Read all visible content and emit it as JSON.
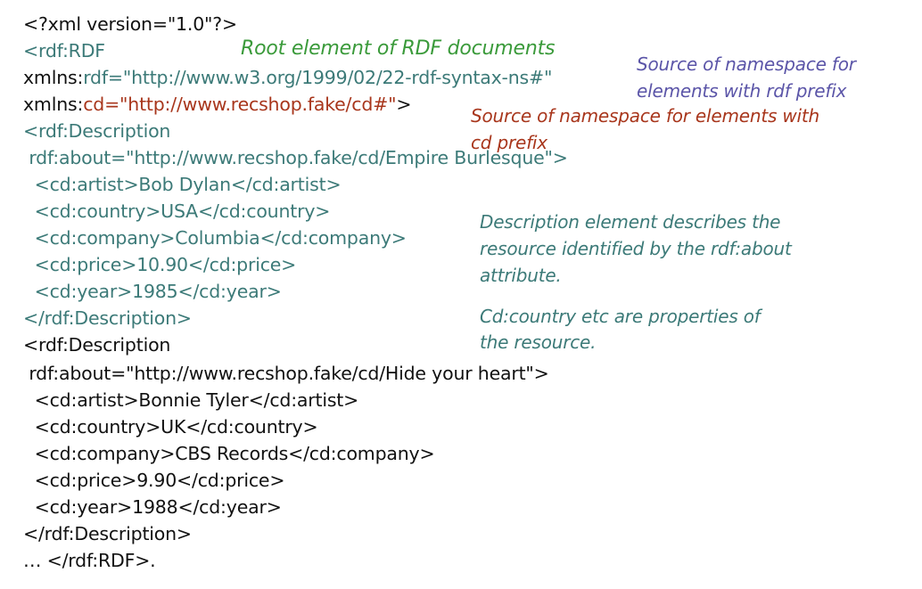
{
  "code": {
    "l1": "<?xml version=\"1.0\"?>",
    "l2": "<rdf:RDF",
    "l3_prefix": "xmlns:",
    "l3_value": "rdf=\"http://www.w3.org/1999/02/22-rdf-syntax-ns#\"",
    "l4_prefix": "xmlns:",
    "l4_value": "cd=\"http://www.recshop.fake/cd#\"",
    "l4_suffix": ">",
    "l5": "<rdf:Description",
    "l6": " rdf:about=\"http://www.recshop.fake/cd/Empire Burlesque\">",
    "l7": "  <cd:artist>Bob Dylan</cd:artist>",
    "l8": "  <cd:country>USA</cd:country>",
    "l9": "  <cd:company>Columbia</cd:company>",
    "l10": "  <cd:price>10.90</cd:price>",
    "l11": "  <cd:year>1985</cd:year>",
    "l12": "</rdf:Description>",
    "l13": "<rdf:Description",
    "l14": " rdf:about=\"http://www.recshop.fake/cd/Hide your heart\">",
    "l15": "  <cd:artist>Bonnie Tyler</cd:artist>",
    "l16": "  <cd:country>UK</cd:country>",
    "l17": "  <cd:company>CBS Records</cd:company>",
    "l18": "  <cd:price>9.90</cd:price>",
    "l19": "  <cd:year>1988</cd:year>",
    "l20": "</rdf:Description>",
    "l21": "… </rdf:RDF>."
  },
  "notes": {
    "root": "Root element of RDF documents",
    "rdf_ns_1": "Source of namespace for",
    "rdf_ns_2": "elements with rdf prefix",
    "cd_ns_1": "Source of namespace for elements with",
    "cd_ns_2": "cd prefix",
    "desc_1": "Description element describes the",
    "desc_2": "resource identified by the rdf:about",
    "desc_3": "attribute.",
    "prop_1": "Cd:country etc are properties of",
    "prop_2": "the resource."
  },
  "colors": {
    "code_default": "#111111",
    "code_highlight": "#3c7a78",
    "root_note": "#3a9a3a",
    "rdf_note": "#5b55a8",
    "cd_note": "#a8361c",
    "desc_note": "#3c7a78"
  }
}
